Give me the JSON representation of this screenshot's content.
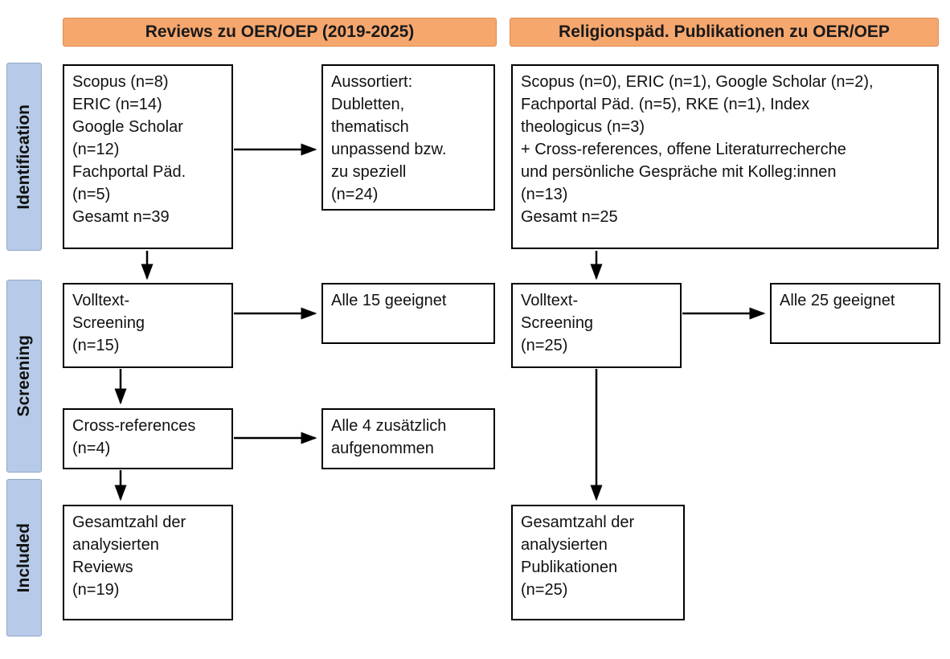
{
  "colors": {
    "header_bg": "#F5A76E",
    "stage_bg": "#B7CBE8",
    "box_border": "#000000",
    "text": "#111111"
  },
  "headers": {
    "left": "Reviews zu OER/OEP (2019-2025)",
    "right": "Religionspäd. Publikationen zu OER/OEP"
  },
  "stages": [
    {
      "label": "Identification"
    },
    {
      "label": "Screening"
    },
    {
      "label": "Included"
    }
  ],
  "left_flow": {
    "sources": "Scopus (n=8)\nERIC (n=14)\nGoogle Scholar\n(n=12)\nFachportal Päd.\n(n=5)\nGesamt n=39",
    "excluded": "Aussortiert:\nDubletten,\nthematisch\nunpassend bzw.\nzu speziell\n(n=24)",
    "screening": "Volltext-\nScreening\n(n=15)",
    "screening_result": "Alle 15 geeignet",
    "cross_references": "Cross-references\n(n=4)",
    "cross_references_result": "Alle 4 zusätzlich\naufgenommen",
    "included": "Gesamtzahl der\nanalysierten\nReviews\n(n=19)"
  },
  "right_flow": {
    "sources": "Scopus (n=0), ERIC (n=1), Google Scholar (n=2),\nFachportal Päd. (n=5), RKE (n=1), Index\ntheologicus (n=3)\n+ Cross-references, offene Literaturrecherche\nund persönliche Gespräche mit Kolleg:innen\n(n=13)\nGesamt n=25",
    "screening": "Volltext-\nScreening\n(n=25)",
    "screening_result": "Alle 25 geeignet",
    "included": "Gesamtzahl der\nanalysierten\nPublikationen\n(n=25)"
  }
}
